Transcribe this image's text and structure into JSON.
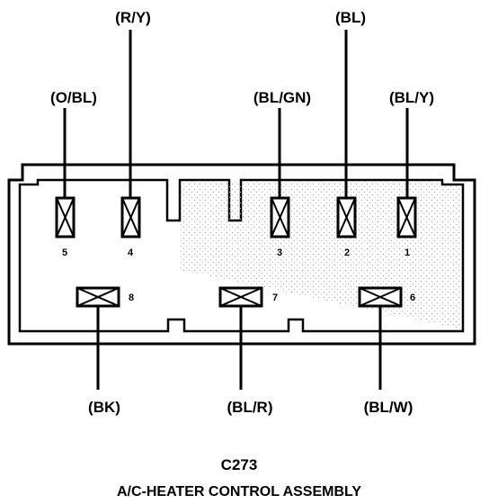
{
  "connector": {
    "id": "C273",
    "name": "A/C-HEATER CONTROL ASSEMBLY"
  },
  "top_pins": [
    {
      "number": "5",
      "wire": "(O/BL)"
    },
    {
      "number": "4",
      "wire": "(R/Y)"
    },
    {
      "number": "3",
      "wire": "(BL/GN)"
    },
    {
      "number": "2",
      "wire": "(BL)"
    },
    {
      "number": "1",
      "wire": "(BL/Y)"
    }
  ],
  "bottom_pins": [
    {
      "number": "8",
      "wire": "(BK)"
    },
    {
      "number": "7",
      "wire": "(BL/R)"
    },
    {
      "number": "6",
      "wire": "(BL/W)"
    }
  ]
}
